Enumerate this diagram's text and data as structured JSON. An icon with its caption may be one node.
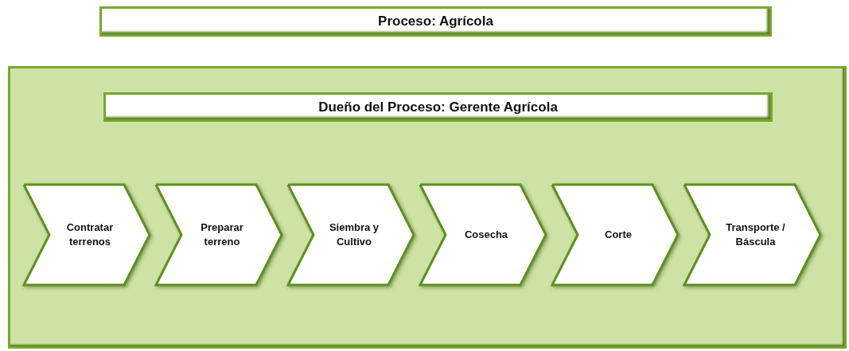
{
  "diagram": {
    "nodes": [
      {
        "text": [
          "Proceso: Agrícola"
        ]
      },
      {
        "text": [],
        "shape": "box"
      },
      {
        "text": [
          "Dueño del Proceso: Gerente Agrícola"
        ],
        "in": 1
      },
      {
        "text": [
          "Contratar terrenos"
        ],
        "in": 1
      },
      {
        "text": [
          "Preparar terreno"
        ],
        "in": 1
      },
      {
        "text": [
          "Siembra y Cultivo"
        ],
        "in": 1
      },
      {
        "text": [
          "Cosecha"
        ],
        "in": 1
      },
      {
        "text": [
          "Corte"
        ],
        "in": 1
      },
      {
        "text": [
          "Transporte / Báscula"
        ],
        "in": 1
      }
    ]
  }
}
